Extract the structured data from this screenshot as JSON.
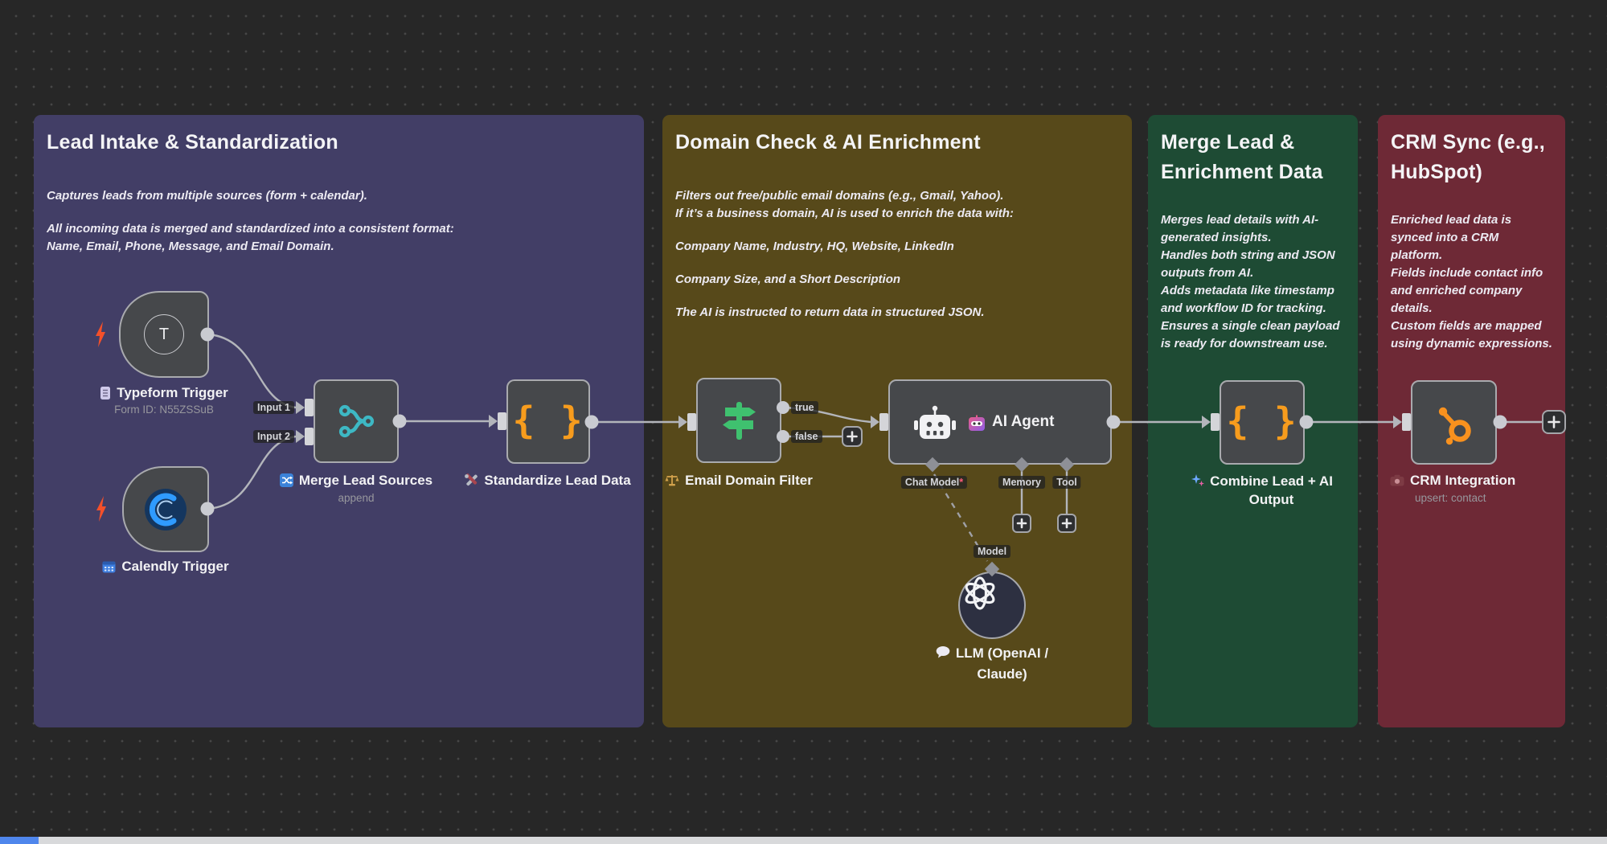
{
  "colors": {
    "canvas_bg": "#272727",
    "canvas_dot": "#474747",
    "node_fill": "#46484b",
    "node_border": "#a9aaae",
    "wire": "#b3b5bb",
    "teal_icon": "#3db8c4",
    "orange_braces": "#f79c1d",
    "green_signpost": "#3fc16f",
    "hubspot_orange": "#f8911e",
    "bolt_red": "#f4502a",
    "scroll_thumb": "#4f86ec"
  },
  "groups": [
    {
      "title": "Lead Intake & Standardization",
      "color": "#423e66",
      "p1": "Captures leads from multiple sources (form + calendar).",
      "p2": "All incoming data is merged and standardized into a consistent format:\nName, Email, Phone, Message, and Email Domain."
    },
    {
      "title": "Domain Check & AI Enrichment",
      "color": "#57491a",
      "p1": "Filters out free/public email domains (e.g., Gmail, Yahoo).\nIf it’s a business domain, AI is used to enrich the data with:",
      "p2": "Company Name, Industry, HQ, Website, LinkedIn",
      "p3": "Company Size, and a Short Description",
      "p4": "The AI is instructed to return data in structured JSON."
    },
    {
      "title": "Merge Lead & Enrichment Data",
      "color": "#1e4b34",
      "p1": "Merges lead details with AI-generated insights.\nHandles both string and JSON outputs from AI.\nAdds metadata like timestamp and workflow ID for tracking.\nEnsures a single clean payload is ready for downstream use."
    },
    {
      "title": "CRM Sync (e.g., HubSpot)",
      "color": "#6e2936",
      "p1": "Enriched lead data is synced into a CRM platform.\nFields include contact info and enriched company details.\nCustom fields are mapped using dynamic expressions."
    }
  ],
  "nodes": {
    "typeform": {
      "label": "Typeform Trigger",
      "sublabel": "Form ID: N55ZSSuB",
      "badge": "T"
    },
    "calendly": {
      "label": "Calendly Trigger"
    },
    "merge": {
      "label": "Merge Lead Sources",
      "sublabel": "append",
      "input1": "Input 1",
      "input2": "Input 2"
    },
    "standardize": {
      "label": "Standardize Lead Data",
      "icon": "{ }"
    },
    "filter": {
      "label": "Email Domain Filter",
      "true_label": "true",
      "false_label": "false"
    },
    "agent": {
      "label": "AI Agent",
      "chat_model": "Chat Model",
      "required": "*",
      "memory": "Memory",
      "tool": "Tool",
      "model": "Model"
    },
    "llm": {
      "label": "LLM (OpenAI /\nClaude)"
    },
    "combine": {
      "label": "Combine Lead + AI\nOutput",
      "icon": "{ }"
    },
    "crm": {
      "label": "CRM Integration",
      "sublabel": "upsert: contact"
    }
  }
}
